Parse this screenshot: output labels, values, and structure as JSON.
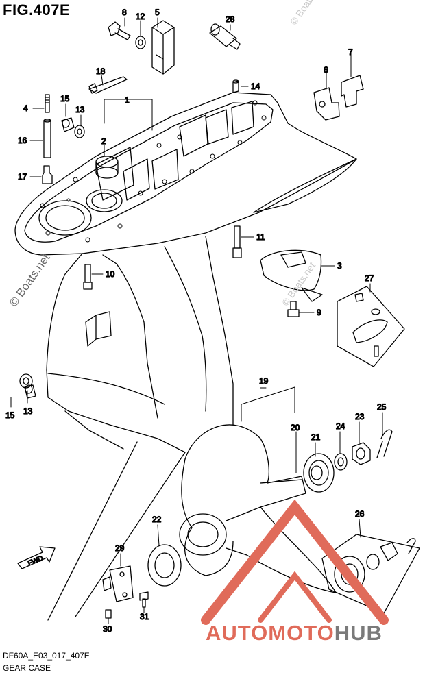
{
  "figure": {
    "title": "FIG.407E",
    "code": "DF60A_E03_017_407E",
    "subtitle": "GEAR CASE"
  },
  "watermarks": {
    "main": "© Boats.net",
    "small": "© Boats.net"
  },
  "brand": {
    "part1": "AUTOMOTO",
    "part2": "HUB"
  },
  "fwd_label": "FWD",
  "callouts": [
    {
      "id": "c8",
      "n": "8"
    },
    {
      "id": "c12",
      "n": "12"
    },
    {
      "id": "c5",
      "n": "5"
    },
    {
      "id": "c28",
      "n": "28"
    },
    {
      "id": "c7",
      "n": "7"
    },
    {
      "id": "c6",
      "n": "6"
    },
    {
      "id": "c18",
      "n": "18"
    },
    {
      "id": "c14",
      "n": "14"
    },
    {
      "id": "c1",
      "n": "1"
    },
    {
      "id": "c4",
      "n": "4"
    },
    {
      "id": "c15a",
      "n": "15"
    },
    {
      "id": "c13a",
      "n": "13"
    },
    {
      "id": "c16",
      "n": "16"
    },
    {
      "id": "c2",
      "n": "2"
    },
    {
      "id": "c17",
      "n": "17"
    },
    {
      "id": "c11",
      "n": "11"
    },
    {
      "id": "c3",
      "n": "3"
    },
    {
      "id": "c10",
      "n": "10"
    },
    {
      "id": "c27",
      "n": "27"
    },
    {
      "id": "c9",
      "n": "9"
    },
    {
      "id": "c19",
      "n": "19"
    },
    {
      "id": "c15b",
      "n": "15"
    },
    {
      "id": "c13b",
      "n": "13"
    },
    {
      "id": "c25",
      "n": "25"
    },
    {
      "id": "c20",
      "n": "20"
    },
    {
      "id": "c21",
      "n": "21"
    },
    {
      "id": "c24",
      "n": "24"
    },
    {
      "id": "c23",
      "n": "23"
    },
    {
      "id": "c22",
      "n": "22"
    },
    {
      "id": "c26",
      "n": "26"
    },
    {
      "id": "c29",
      "n": "29"
    },
    {
      "id": "c31",
      "n": "31"
    },
    {
      "id": "c30",
      "n": "30"
    }
  ]
}
